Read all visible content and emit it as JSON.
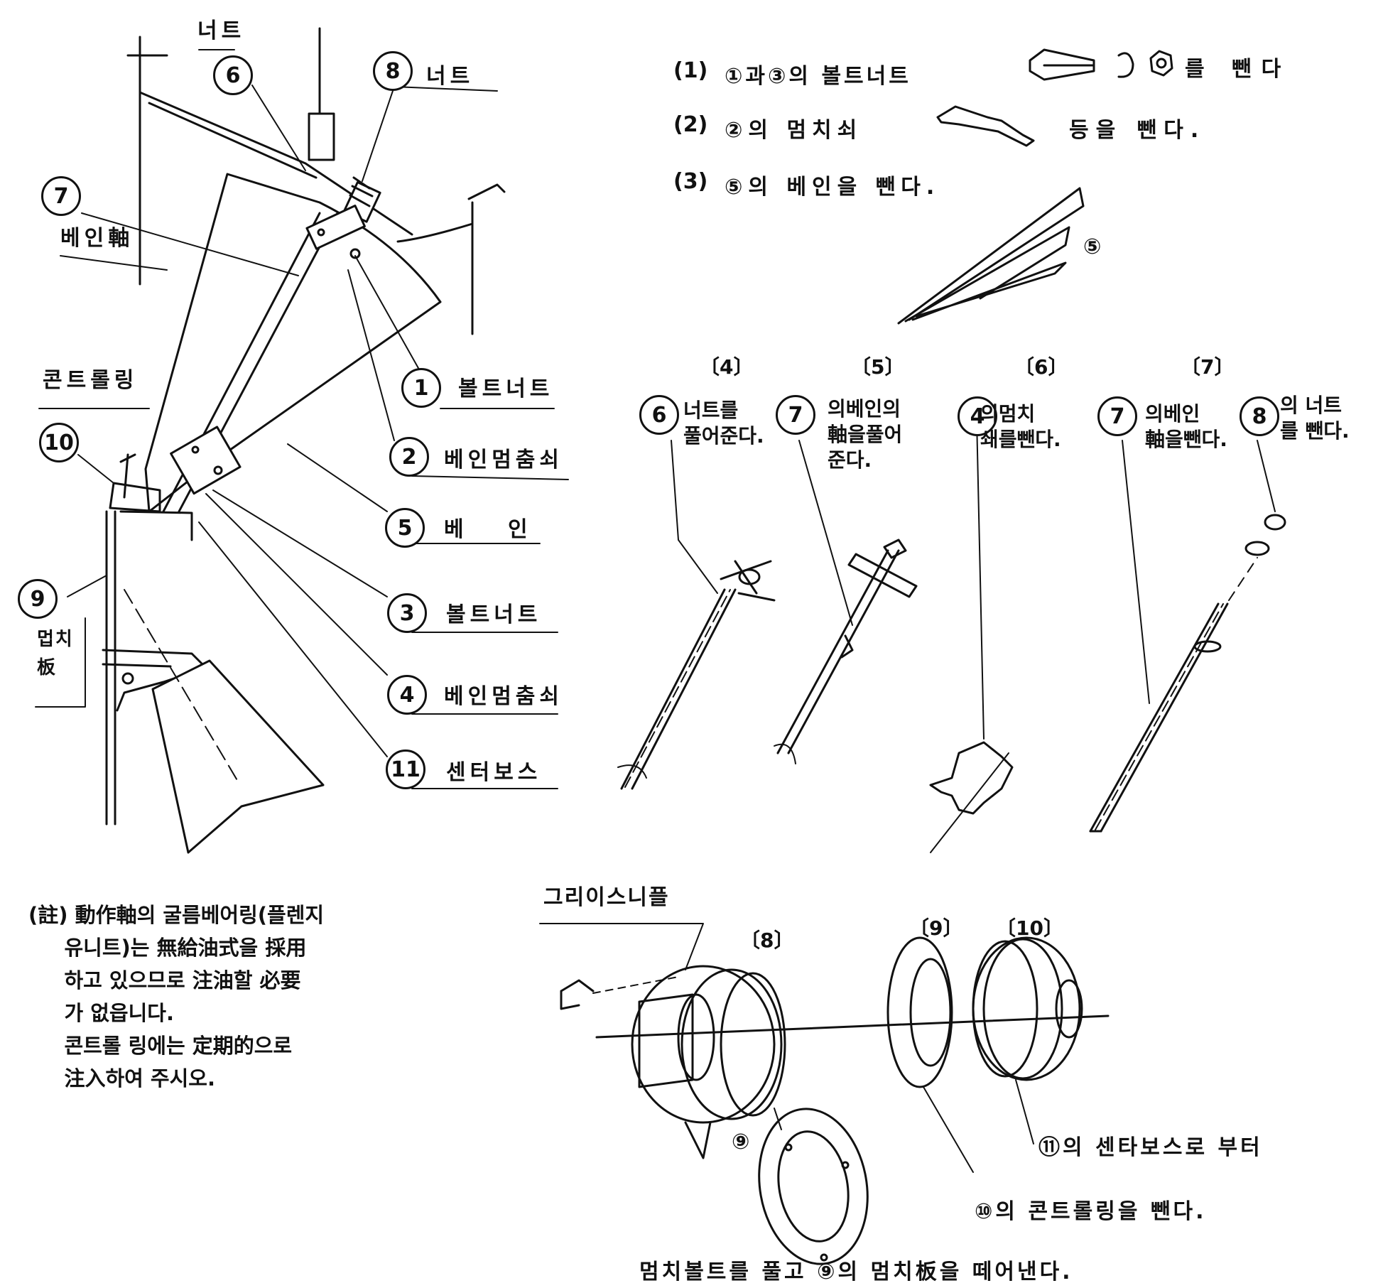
{
  "assembly_labels": {
    "nut_top": "너트",
    "c6": "6",
    "c8": "8",
    "nut8": "너트",
    "c7": "7",
    "vane_shaft": "베인軸",
    "control_ring": "콘트롤링",
    "c10": "10",
    "c9": "9",
    "bush": "멉치\n板",
    "c1": "1",
    "bolt_nut_1": "볼트너트",
    "c2": "2",
    "vane_stopper_2": "베인멈춤쇠",
    "c5": "5",
    "vane": "베 인",
    "c3": "3",
    "bolt_nut_3": "볼트너트",
    "c4": "4",
    "vane_stopper_4": "베인멈춤쇠",
    "c11": "11",
    "center_boss": "센터보스"
  },
  "instructions": {
    "s1_no": "(1)",
    "s1_text": "①과③의 볼트너트",
    "s1_end": "를 뺀다",
    "s2_no": "(2)",
    "s2_text": "②의 멈치쇠",
    "s2_end": "등을 뺀다.",
    "s3_no": "(3)",
    "s3_text": "⑤의 베인을 뺀다.",
    "vane_mark": "⑤"
  },
  "steps": {
    "s4_no": "〔4〕",
    "s4_c": "6",
    "s4_text": "너트를\n풀어준다.",
    "s5_no": "〔5〕",
    "s5_c": "7",
    "s5_text": "의베인의\n軸을풀어\n준다.",
    "s6_no": "〔6〕",
    "s6_c": "4",
    "s6_text": "의멈치\n쇄를뺀다.",
    "s7_no": "〔7〕",
    "s7_c1": "7",
    "s7_text1": "의베인\n軸을뺀다.",
    "s7_c2": "8",
    "s7_text2": "의 너트\n를 뺀다."
  },
  "note": {
    "text": "(註) 動作軸의 굴름베어링(플렌지\n     유니트)는 無給油式을 採用\n     하고 있으므로 注油할 必要\n     가 없읍니다.\n     콘트롤 링에는 定期的으로\n     注入하여 주시오."
  },
  "hub": {
    "grease": "그리이스니플",
    "s8_no": "〔8〕",
    "s9_no": "〔9〕",
    "s10_no": "〔10〕",
    "c9_mark": "⑨",
    "center_boss_text": "⑪의 센타보스로 부터",
    "control_ring_text": "⑩의 콘트롤링을 뺀다.",
    "bush_text": "멈치볼트를 풀고 ⑨의 멈치板을 떼어낸다."
  }
}
